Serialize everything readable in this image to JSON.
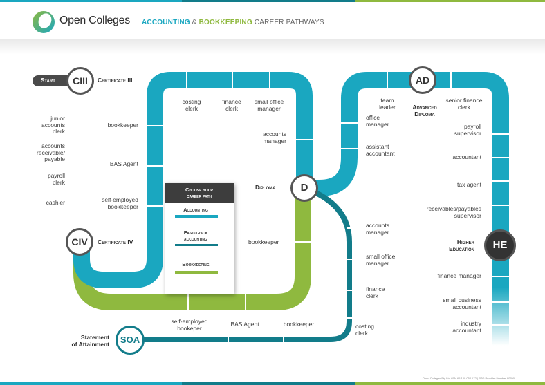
{
  "brand": {
    "name": "Open Colleges"
  },
  "title": {
    "accounting": "ACCOUNTING",
    "amp": " & ",
    "bookkeeping": "BOOKKEEPING",
    "rest": " CAREER PATHWAYS"
  },
  "colors": {
    "accounting": "#1aa7c0",
    "fasttrack": "#127c8a",
    "bookkeeping": "#8fb93f",
    "dark": "#333333"
  },
  "start": "Start",
  "nodes": {
    "ciii": {
      "abbr": "CIII",
      "label": "Certificate III"
    },
    "civ": {
      "abbr": "CIV",
      "label": "Certificate IV"
    },
    "d": {
      "abbr": "D",
      "label": "Diploma"
    },
    "ad": {
      "abbr": "AD",
      "label1": "Advanced",
      "label2": "Diploma"
    },
    "he": {
      "abbr": "HE",
      "label1": "Higher",
      "label2": "Education"
    },
    "soa": {
      "abbr": "SOA",
      "label1": "Statement",
      "label2": "of Attainment"
    }
  },
  "jobs": {
    "junior": [
      "junior",
      "accounts",
      "clerk"
    ],
    "receivable": [
      "accounts",
      "receivable/",
      "payable"
    ],
    "payroll_clerk": [
      "payroll",
      "clerk"
    ],
    "cashier": "cashier",
    "bookkeeper1": "bookkeeper",
    "bas1": "BAS Agent",
    "selfemp1": [
      "self-employed",
      "bookkeeper"
    ],
    "costing1": [
      "costing",
      "clerk"
    ],
    "finance1": [
      "finance",
      "clerk"
    ],
    "smo1": [
      "small office",
      "manager"
    ],
    "accmgr1": [
      "accounts",
      "manager"
    ],
    "bookkeeper_mid": "bookkeeper",
    "selfemp2": [
      "self-employed",
      "bookeper"
    ],
    "bas2": "BAS Agent",
    "bookkeeper3": "bookkeeper",
    "team": [
      "team",
      "leader"
    ],
    "officemgr": [
      "office",
      "manager"
    ],
    "assist": [
      "assistant",
      "accountant"
    ],
    "accmgr2": [
      "accounts",
      "manager"
    ],
    "smo2": [
      "small office",
      "manager"
    ],
    "finance2": [
      "finance",
      "clerk"
    ],
    "costing2": [
      "costing",
      "clerk"
    ],
    "senior": [
      "senior finance",
      "clerk"
    ],
    "payroll_sup": [
      "payroll",
      "supervisor"
    ],
    "accountant": "accountant",
    "tax": "tax agent",
    "rp_sup": [
      "receivables/payables",
      "supervisor"
    ],
    "finmgr": "finance manager",
    "sba": [
      "small business",
      "accountant"
    ],
    "ind": [
      "industry",
      "accountant"
    ]
  },
  "legend": {
    "heading": [
      "Choose your",
      "career path"
    ],
    "accounting": "Accounting",
    "fasttrack": [
      "Fast-track",
      "accounting"
    ],
    "bookkeeping": "Bookkeeping"
  },
  "footer": "Open Colleges Pty Ltd ABN 65 100 052 172 | RTO Provider Number 90700"
}
